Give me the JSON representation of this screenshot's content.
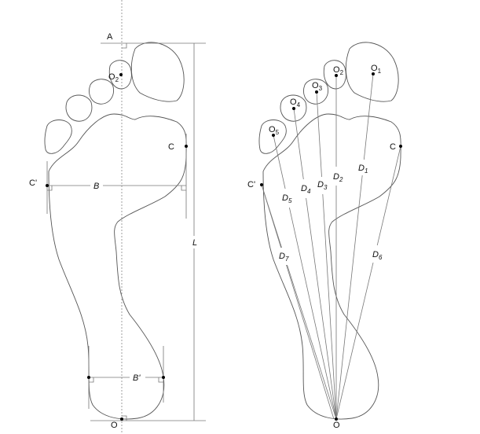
{
  "left_foot": {
    "labels": {
      "A": "A",
      "O2": "O",
      "O2_sub": "2",
      "C": "C",
      "C_prime": "C'",
      "B": "B",
      "B_prime": "B'",
      "L": "L",
      "O": "O"
    }
  },
  "right_foot": {
    "labels": {
      "O1": "O",
      "O1_sub": "1",
      "O2": "O",
      "O2_sub": "2",
      "O3": "O",
      "O3_sub": "3",
      "O4": "O",
      "O4_sub": "4",
      "O5": "O",
      "O5_sub": "5",
      "C": "C",
      "C_prime": "C'",
      "O": "O",
      "D1": "D",
      "D1_sub": "1",
      "D2": "D",
      "D2_sub": "2",
      "D3": "D",
      "D3_sub": "3",
      "D4": "D",
      "D4_sub": "4",
      "D5": "D",
      "D5_sub": "5",
      "D6": "D",
      "D6_sub": "6",
      "D7": "D",
      "D7_sub": "7"
    }
  }
}
